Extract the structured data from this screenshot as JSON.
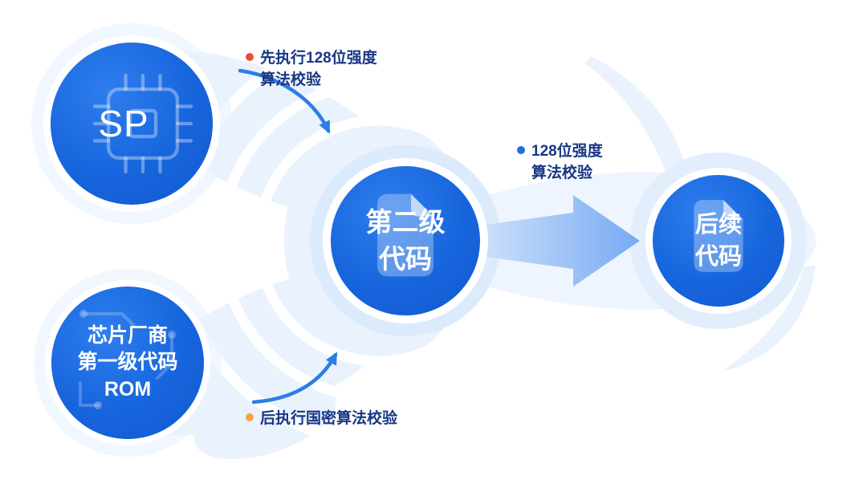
{
  "nodes": {
    "sp": {
      "label": "SP"
    },
    "rom": {
      "lines": [
        "芯片厂商",
        "第一级代码",
        "ROM"
      ]
    },
    "stage2": {
      "lines": [
        "第二级",
        "代码"
      ]
    },
    "next": {
      "lines": [
        "后续",
        "代码"
      ]
    }
  },
  "annotations": {
    "top": {
      "lines": [
        "先执行128位强度",
        "算法校验"
      ],
      "dot_color": "#f04a3a"
    },
    "middle": {
      "lines": [
        "128位强度",
        "算法校验"
      ],
      "dot_color": "#1e6ee3"
    },
    "bottom": {
      "lines": [
        "后执行国密算法校验"
      ],
      "dot_color": "#f7a440"
    }
  },
  "colors": {
    "node_blue": "#1765dc",
    "annotation_text": "#183784",
    "arrow_stroke": "#2d7de6",
    "flow_fill": "#e9f2fd",
    "big_arrow_from": "#cde0fb",
    "big_arrow_to": "#77aaf2"
  }
}
